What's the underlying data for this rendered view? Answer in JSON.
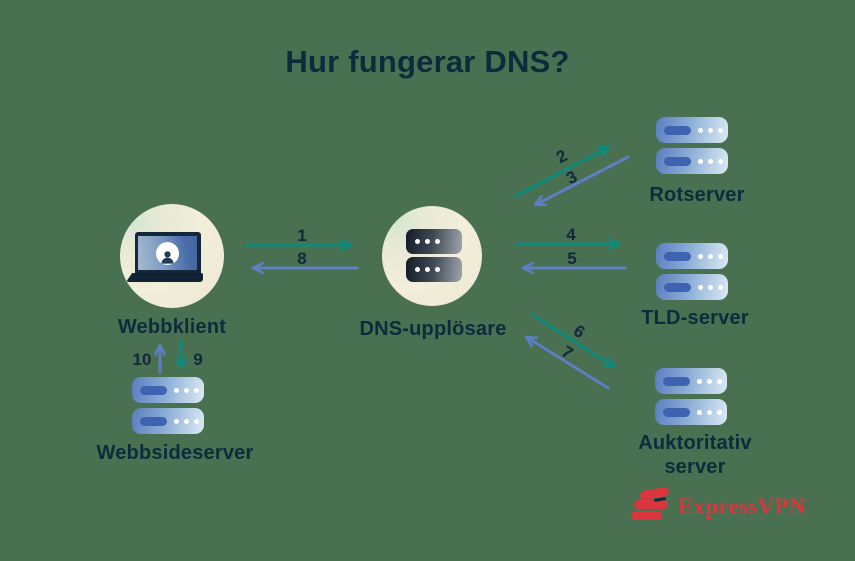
{
  "title": "Hur fungerar DNS?",
  "colors": {
    "background": "#487051",
    "heading_navy": "#0D2B3B",
    "label_navy": "#0E2B3D",
    "teal_arrow": "#0F8B7B",
    "blue_arrow": "#5E7FC2",
    "server_bar_blue": "#3E63B0",
    "circle_cream": "#F2EEDB",
    "brand_red": "#D9363E"
  },
  "nodes": {
    "webbklient": {
      "label": "Webbklient",
      "icon": "laptop-user-icon"
    },
    "dns_resolver": {
      "label": "DNS-upplösare",
      "icon": "server-stack-dark-icon"
    },
    "rotserver": {
      "label": "Rotserver",
      "icon": "server-stack-blue-icon"
    },
    "tld_server": {
      "label": "TLD-server",
      "icon": "server-stack-blue-icon"
    },
    "auktoritativ_server": {
      "label_line1": "Auktoritativ",
      "label_line2": "server",
      "icon": "server-stack-blue-icon"
    },
    "webbsideserver": {
      "label": "Webbsideserver",
      "icon": "server-stack-blue-icon"
    }
  },
  "arrows": [
    {
      "num": "1"
    },
    {
      "num": "2"
    },
    {
      "num": "3"
    },
    {
      "num": "4"
    },
    {
      "num": "5"
    },
    {
      "num": "6"
    },
    {
      "num": "7"
    },
    {
      "num": "8"
    },
    {
      "num": "9"
    },
    {
      "num": "10"
    }
  ],
  "brand": {
    "name": "ExpressVPN",
    "icon": "expressvpn-logo-icon"
  }
}
